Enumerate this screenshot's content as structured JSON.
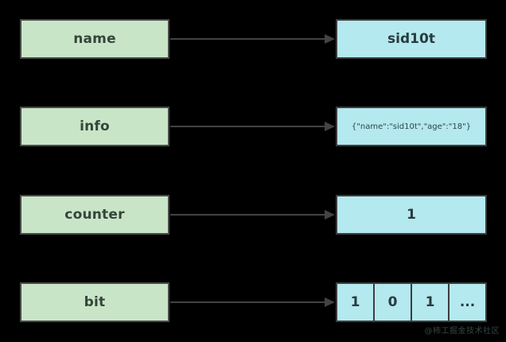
{
  "diagram": {
    "background_color": "#000000",
    "key_box_color": "#c9e5c8",
    "value_box_color": "#b3e9ef",
    "border_color": "#3d3d3d",
    "arrow_color": "#434343",
    "rows": [
      {
        "key": "name",
        "value": "sid10t",
        "value_type": "single",
        "value_text_size": "large"
      },
      {
        "key": "info",
        "value": "{\"name\":\"sid10t\",\"age\":\"18\"}",
        "value_type": "single",
        "value_text_size": "small"
      },
      {
        "key": "counter",
        "value": "1",
        "value_type": "single",
        "value_text_size": "large"
      },
      {
        "key": "bit",
        "value_type": "cells",
        "cells": [
          "1",
          "0",
          "1",
          "..."
        ]
      }
    ]
  },
  "watermark": {
    "text": "@柿工掘金技术社区"
  }
}
